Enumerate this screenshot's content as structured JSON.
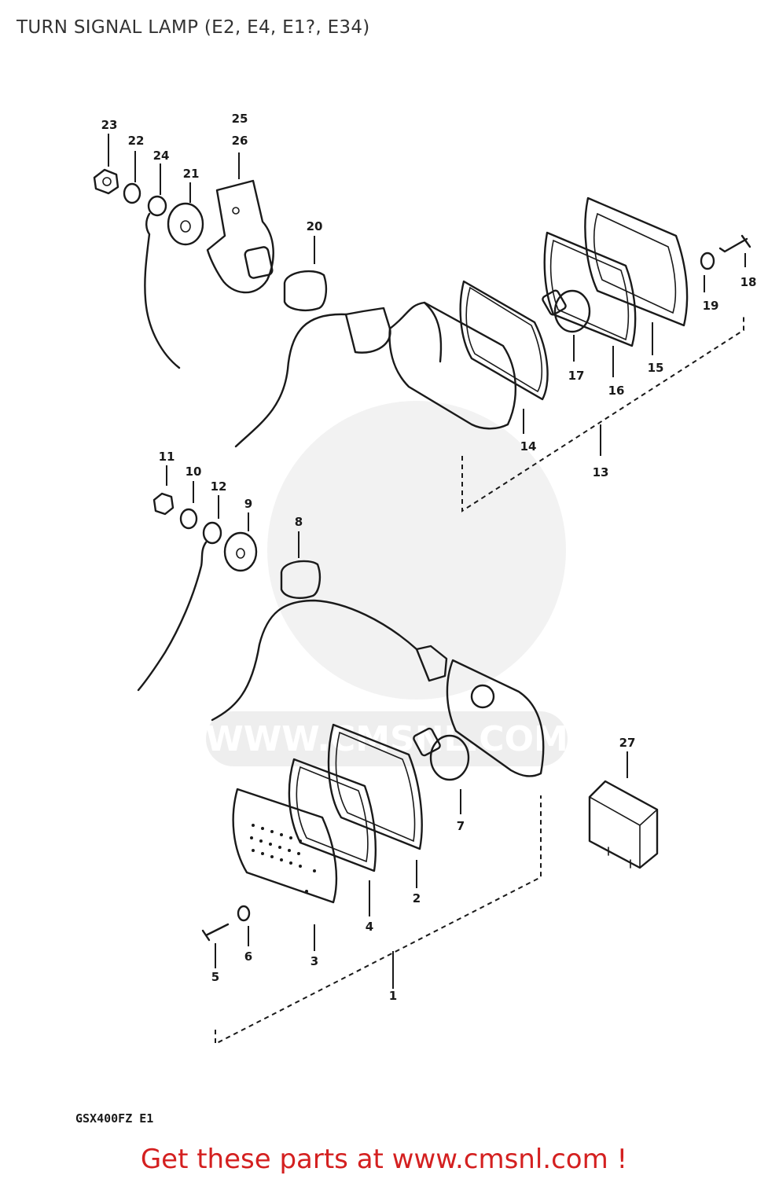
{
  "title": "TURN SIGNAL LAMP (E2, E4, E1?, E34)",
  "model_code": "GSX400FZ E1",
  "watermark_text": "WWW.CMSNL.COM",
  "footer": "Get these parts at www.cmsnl.com !",
  "colors": {
    "footer_text": "#d42020",
    "line_art": "#1a1a1a",
    "watermark": "#d9d9d9"
  },
  "callouts": {
    "c1": "1",
    "c2": "2",
    "c3": "3",
    "c4": "4",
    "c5": "5",
    "c6": "6",
    "c7": "7",
    "c8": "8",
    "c9": "9",
    "c10": "10",
    "c11": "11",
    "c12": "12",
    "c13": "13",
    "c14": "14",
    "c15": "15",
    "c16": "16",
    "c17": "17",
    "c18": "18",
    "c19": "19",
    "c20": "20",
    "c21": "21",
    "c22": "22",
    "c23": "23",
    "c24": "24",
    "c25": "25",
    "c26": "26",
    "c27": "27"
  }
}
